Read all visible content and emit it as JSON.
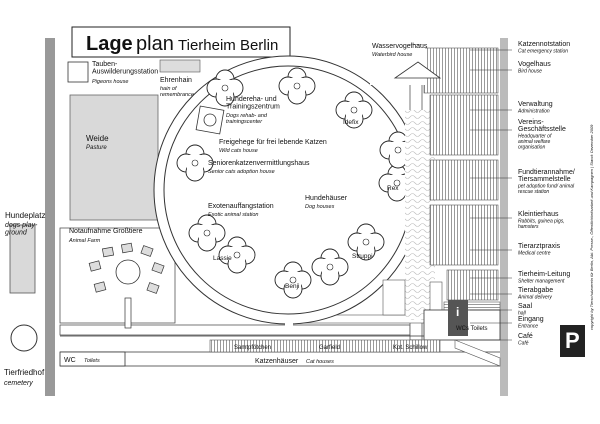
{
  "title": {
    "bold": "Lage",
    "rest": "plan",
    "sub": "Tierheim Berlin"
  },
  "areas": {
    "tauben": {
      "de": "Tauben-\nAuswilderungsstation",
      "en": "Pigeons house"
    },
    "ehrenhain": {
      "de": "Ehrenhain",
      "en": "hain of\nremembrance"
    },
    "weide": {
      "de": "Weide",
      "en": "Pasture"
    },
    "hundeplatz": {
      "de": "Hundeplatz",
      "en": "dogs play-\nground"
    },
    "notaufnahme": {
      "de": "Notaufnahme Großtiere",
      "en": "Animal Farm"
    },
    "tierfriedhof": {
      "de": "Tierfriedhof",
      "en": "cemetery"
    },
    "wc_left": {
      "de": "WC",
      "en": "Toilets"
    },
    "hundereha": {
      "de": "Hundereha- und\nTrainingszentrum",
      "en": "Dogs rehab- and\ntrainingscenter"
    },
    "freigehege": {
      "de": "Freigehege für frei lebende Katzen",
      "en": "Wild cats house"
    },
    "senioren": {
      "de": "Seniorenkatzenvermittlungshaus",
      "en": "Senior cats adoption house"
    },
    "exoten": {
      "de": "Exotenauffangstation",
      "en": "Exotic animal station"
    },
    "hundehaeuser": {
      "de": "Hundehäuser",
      "en": "Dog houses"
    },
    "wasservogel": {
      "de": "Wasservogelhaus",
      "en": "Waterbird house"
    },
    "katzenhaeuser": {
      "de": "Katzenhäuser",
      "en": "Cat houses"
    }
  },
  "dog_houses": [
    "Idefix",
    "Rex",
    "Struppi",
    "Benji",
    "Lassie"
  ],
  "cat_houses": [
    "Samtpfötchen",
    "Garfield",
    "Kpt. Schillow"
  ],
  "wc_toilets": "WCs Toilets",
  "info_icon": "i",
  "parking_icon": "P",
  "legend": [
    {
      "de": "Katzennotstation",
      "en": "Cat emergency station"
    },
    {
      "de": "Vogelhaus",
      "en": "Bird house"
    },
    {
      "de": "Verwaltung",
      "en": "Administration"
    },
    {
      "de": "Vereins-\nGeschäftsstelle",
      "en": "Headquarter of\nanimal welfare\norganisation"
    },
    {
      "de": "Fundtierannahme/\nTiersammelstelle",
      "en": "pet adoption fund/ animal\nrescue station"
    },
    {
      "de": "Kleintierhaus",
      "en": "Rabbits, guinea pigs,\nhamsters"
    },
    {
      "de": "Tierarztpraxis",
      "en": "Medical centre"
    },
    {
      "de": "Tierheim-Leitung",
      "en": "Shelter management"
    },
    {
      "de": "Tierabgabe",
      "en": "Animal delivery"
    },
    {
      "de": "Saal",
      "en": "hall"
    },
    {
      "de": "Eingang",
      "en": "Entrance"
    },
    {
      "de": "Café",
      "en": "Café"
    }
  ],
  "copyright": "copyright by Tierschutzverein für Berlin, Abt. Presse-, Öffentlichkeitsarbeit und Kampagnen | Stand: Dezember 2009"
}
